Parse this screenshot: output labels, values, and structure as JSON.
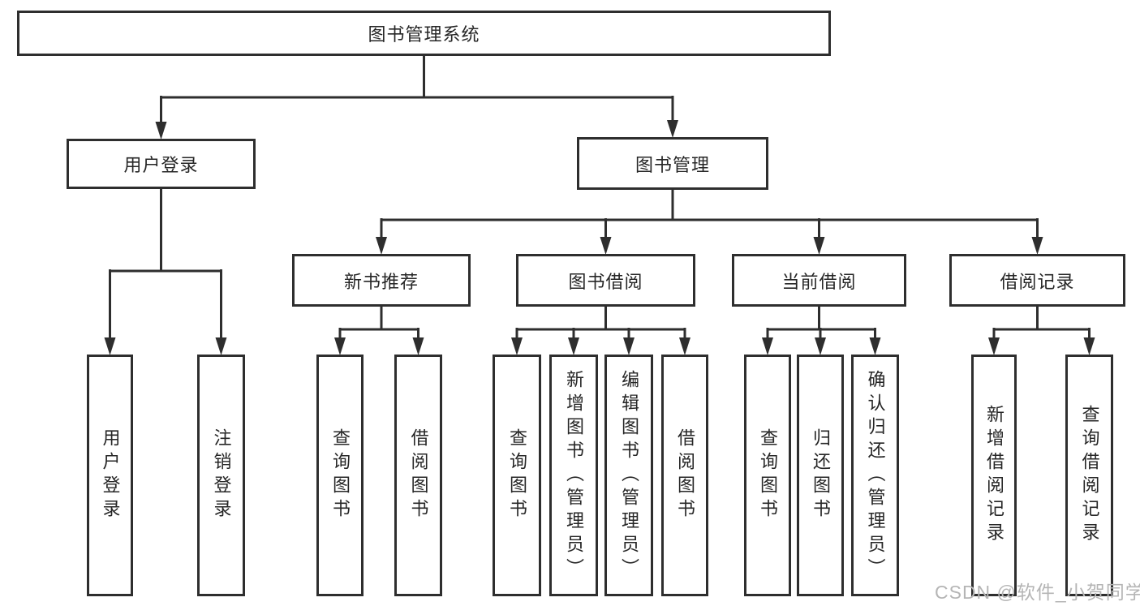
{
  "tree": {
    "label": "图书管理系统",
    "children": [
      {
        "label": "用户登录",
        "children": [
          {
            "label": "用户登录"
          },
          {
            "label": "注销登录"
          }
        ]
      },
      {
        "label": "图书管理",
        "children": [
          {
            "label": "新书推荐",
            "children": [
              {
                "label": "查询图书"
              },
              {
                "label": "借阅图书"
              }
            ]
          },
          {
            "label": "图书借阅",
            "children": [
              {
                "label": "查询图书"
              },
              {
                "label": "新增图书（管理员）"
              },
              {
                "label": "编辑图书（管理员）"
              },
              {
                "label": "借阅图书"
              }
            ]
          },
          {
            "label": "当前借阅",
            "children": [
              {
                "label": "查询图书"
              },
              {
                "label": "归还图书"
              },
              {
                "label": "确认归还（管理员）"
              }
            ]
          },
          {
            "label": "借阅记录",
            "children": [
              {
                "label": "新增借阅记录"
              },
              {
                "label": "查询借阅记录"
              }
            ]
          }
        ]
      }
    ]
  },
  "watermark": {
    "text": "CSDN @软件_小贺同学",
    "color": "#b5b5b5"
  },
  "colors": {
    "line": "#2e2e2e",
    "box_border": "#2e2e2e",
    "box_background": "#ffffff",
    "text": "#262626",
    "page_background": "#ffffff"
  }
}
